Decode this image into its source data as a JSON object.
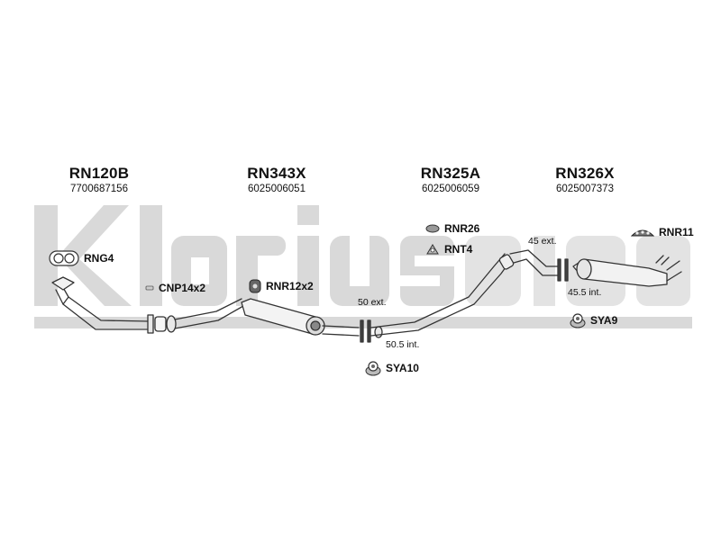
{
  "watermark": {
    "text": "Klarius"
  },
  "sections": [
    {
      "title": "RN120B",
      "code": "7700687156"
    },
    {
      "title": "RN343X",
      "code": "6025006051"
    },
    {
      "title": "RN325A",
      "code": "6025006059"
    },
    {
      "title": "RN326X",
      "code": "6025007373"
    }
  ],
  "parts": {
    "rng4": "RNG4",
    "cnp14": "CNP14x2",
    "rnr12": "RNR12x2",
    "rnr26": "RNR26",
    "rnt4": "RNT4",
    "rnr11": "RNR11",
    "sya9": "SYA9",
    "sya10": "SYA10"
  },
  "notes": {
    "ext50": "50 ext.",
    "int50_5": "50.5 int.",
    "ext45": "45 ext.",
    "int45_5": "45.5 int."
  }
}
